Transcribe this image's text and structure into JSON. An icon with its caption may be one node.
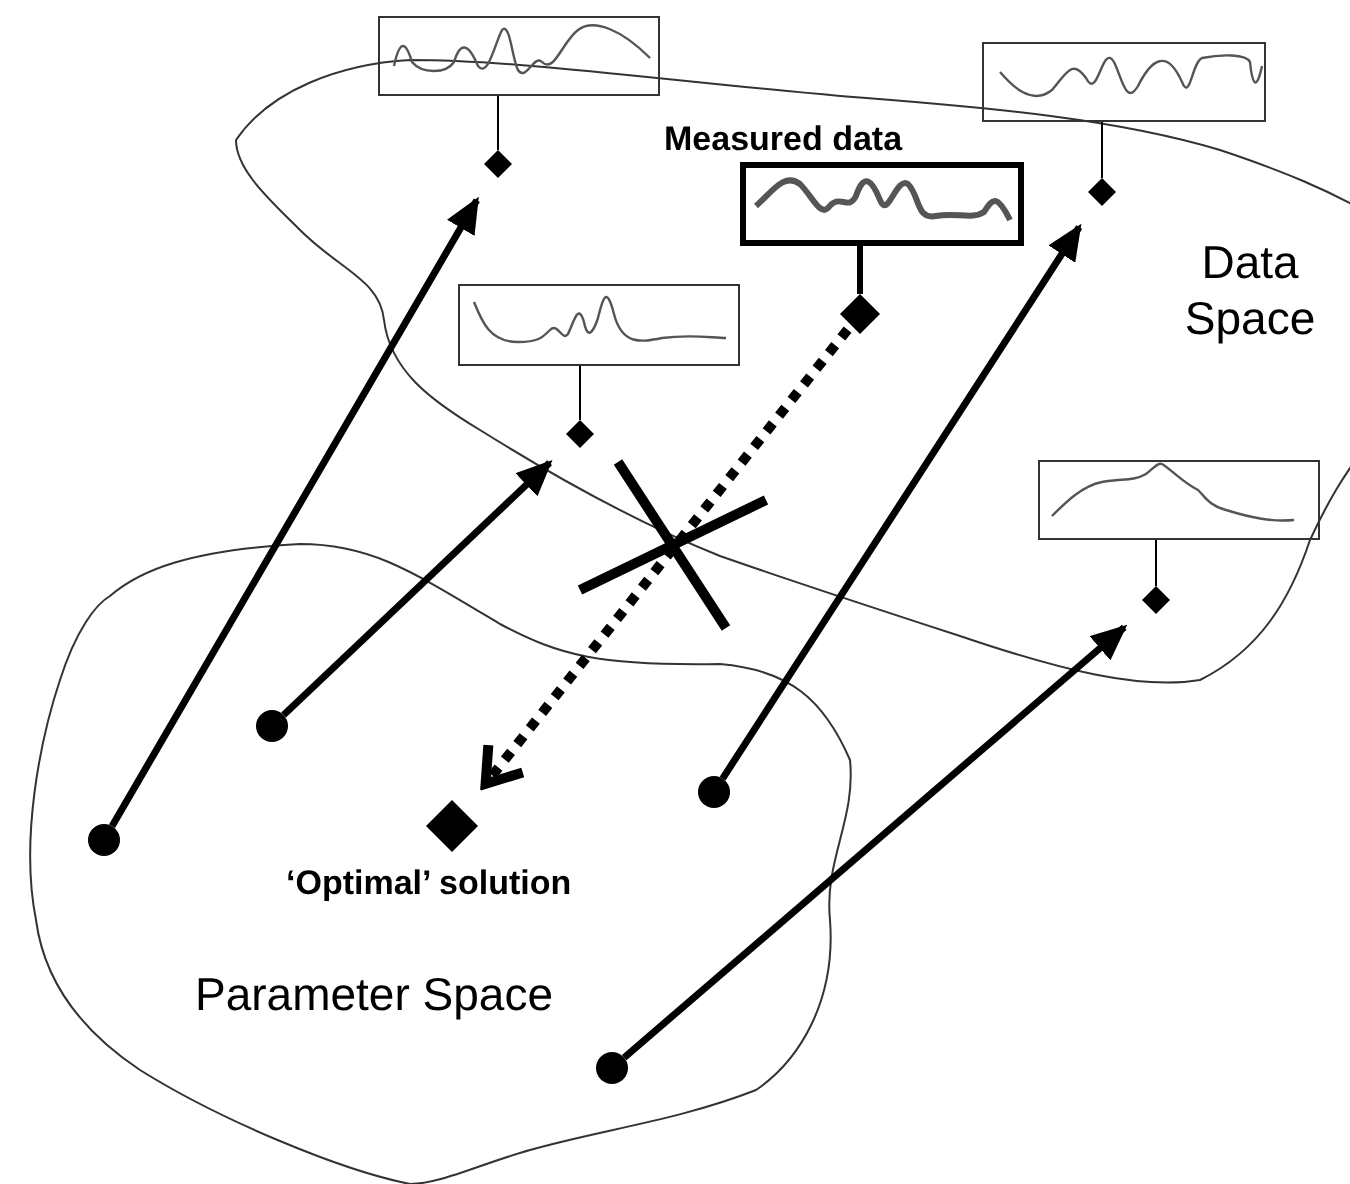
{
  "diagram": {
    "nodes": [
      {
        "text": [
          "Data Space"
        ]
      },
      {
        "text": [
          "Parameter Space"
        ]
      },
      {
        "text": [],
        "shape": "box"
      },
      {
        "text": [],
        "shape": "box"
      },
      {
        "text": [
          "Measured data"
        ],
        "in": 0
      },
      {
        "text": [],
        "shape": "box",
        "in": 0
      },
      {
        "text": [],
        "shape": "box",
        "in": 0
      },
      {
        "text": [],
        "shape": "diamond",
        "in": 0
      },
      {
        "text": [],
        "shape": "diamond",
        "in": 0
      },
      {
        "text": [],
        "shape": "diamond",
        "in": 0
      },
      {
        "text": [],
        "shape": "diamond",
        "in": 0
      },
      {
        "text": [],
        "shape": "diamond",
        "in": 0
      },
      {
        "text": [],
        "shape": "circle",
        "in": 1
      },
      {
        "text": [],
        "shape": "circle",
        "in": 1
      },
      {
        "text": [
          "‘Optimal’ solution"
        ],
        "in": 1
      },
      {
        "text": [],
        "shape": "circle",
        "in": 1
      },
      {
        "text": [],
        "shape": "circle",
        "in": 1
      }
    ],
    "edges": [
      {
        "from": 2,
        "to": 7,
        "arrow": "none"
      },
      {
        "from": 3,
        "to": 8,
        "arrow": "none"
      },
      {
        "from": 4,
        "to": 9,
        "arrow": "none"
      },
      {
        "from": 5,
        "to": 10,
        "arrow": "none"
      },
      {
        "from": 6,
        "to": 11,
        "arrow": "none"
      },
      {
        "from": 12,
        "to": 7,
        "arrow": "to"
      },
      {
        "from": 13,
        "to": 10,
        "arrow": "to"
      },
      {
        "from": 15,
        "to": 8,
        "arrow": "to"
      },
      {
        "from": 16,
        "to": 11,
        "arrow": "to"
      },
      {
        "from": 9,
        "to": 14,
        "arrow": "to",
        "style": "dashed"
      }
    ]
  }
}
